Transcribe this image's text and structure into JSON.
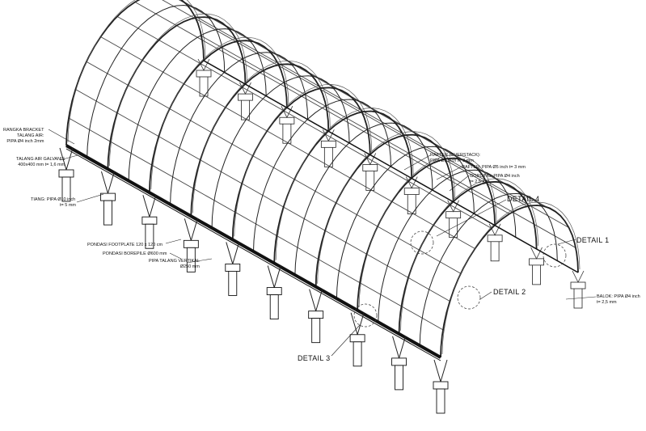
{
  "labels": {
    "rangka_bracket": [
      "RANGKA BRACKET",
      "TALANG AIR:",
      "PIPA Ø4 inch 2mm"
    ],
    "talang_air": [
      "TALANG AIR GALVANIS",
      "400x400 mm t= 1,6 mm"
    ],
    "tiang": [
      "TIANG: PIPA Ø10 inch",
      "t= 5 mm"
    ],
    "footplate": "PONDASI FOOTPLATE 120 x 120 cm",
    "borepile": "PONDASI BOREPILE Ø600 mm",
    "pipa_talang": [
      "PIPA TALANG VERTIKAL",
      "Ø250 mm"
    ],
    "rafter_overstack": [
      "RAFTER (OVERSTACK):",
      "PIPA Ø5 inch t= 3 mm"
    ],
    "rafter": "RAFTER: PIPA Ø5 inch t= 3 mm",
    "gording": [
      "GORDING: PIPA Ø4 inch",
      "t= 2,5 mm"
    ],
    "balok": [
      "BALOK: PIPA Ø4 inch",
      "t= 2,5 mm"
    ]
  },
  "details": {
    "d1": "DETAIL 1",
    "d2": "DETAIL 2",
    "d3": "DETAIL 3",
    "d4": "DETAIL 4"
  }
}
